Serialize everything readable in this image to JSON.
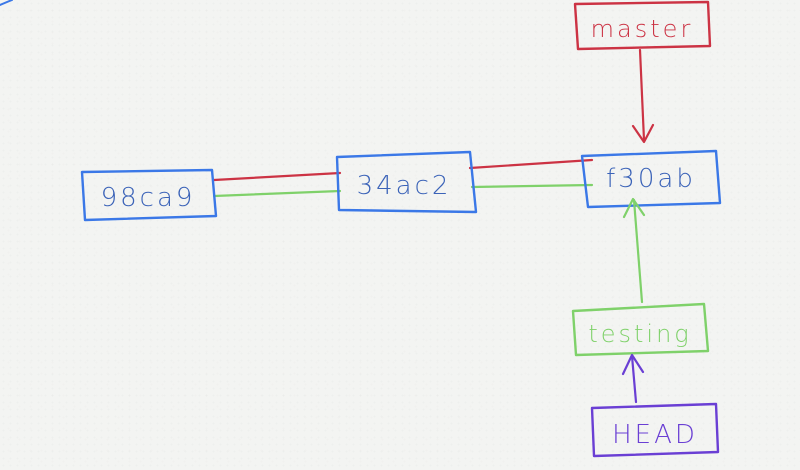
{
  "diagram": {
    "commits": [
      {
        "id": "98ca9"
      },
      {
        "id": "34ac2"
      },
      {
        "id": "f30ab"
      }
    ],
    "branches": {
      "master": {
        "label": "master",
        "color": "#cc3344"
      },
      "testing": {
        "label": "testing",
        "color": "#7fd16a"
      }
    },
    "head": {
      "label": "HEAD",
      "color": "#6a3fd4"
    },
    "colors": {
      "commit_border": "#3b78e7",
      "commit_text": "#3b63b8",
      "master_line": "#cc3344",
      "testing_line": "#7fd16a",
      "head_line": "#6a3fd4"
    }
  }
}
